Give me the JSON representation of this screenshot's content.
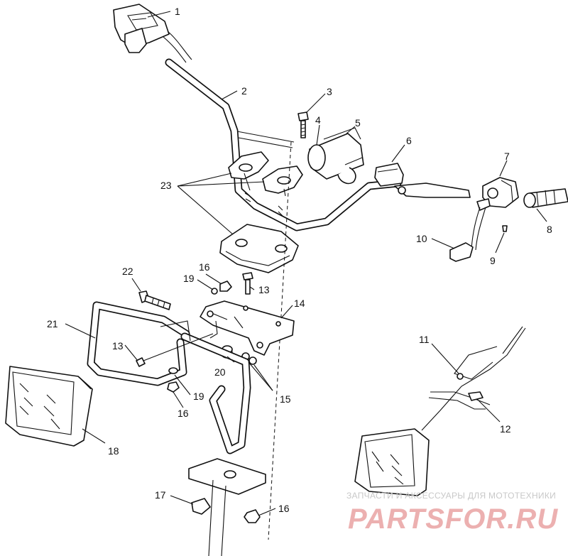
{
  "callouts": {
    "c1": "1",
    "c2": "2",
    "c3": "3",
    "c4": "4",
    "c5": "5",
    "c6": "6",
    "c7": "7",
    "c8": "8",
    "c9": "9",
    "c10": "10",
    "c11": "11",
    "c12": "12",
    "c13a": "13",
    "c13b": "13",
    "c14": "14",
    "c15": "15",
    "c16a": "16",
    "c16b": "16",
    "c16c": "16",
    "c17": "17",
    "c18": "18",
    "c19a": "19",
    "c19b": "19",
    "c20": "20",
    "c21": "21",
    "c22": "22",
    "c23": "23"
  },
  "watermark": {
    "caption": "ЗАПЧАСТИ И АКСЕССУАРЫ ДЛЯ МОТОТЕХНИКИ",
    "brand": "PARTSFOR.RU",
    "brand_color": "#e9a3a3"
  }
}
